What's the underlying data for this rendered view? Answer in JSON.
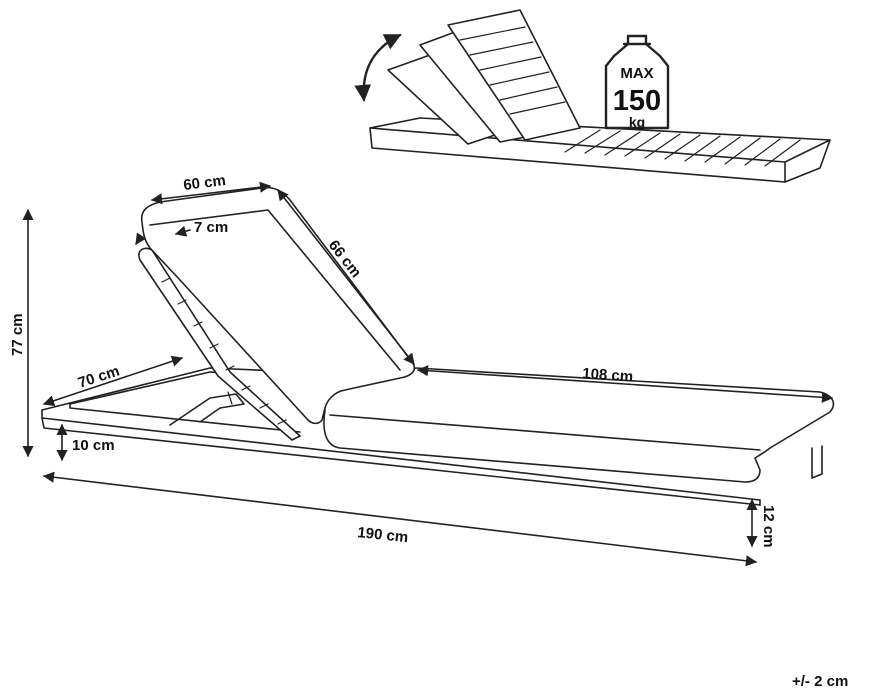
{
  "labels": {
    "backrest_width": "60 cm",
    "backrest_thickness": "7 cm",
    "backrest_length": "66 cm",
    "total_height": "77 cm",
    "width": "70 cm",
    "seat_length": "108 cm",
    "frame_height": "10 cm",
    "total_length": "190 cm",
    "leg_height": "12 cm",
    "tolerance": "+/- 2 cm"
  },
  "load_badge": {
    "max": "MAX",
    "value": "150",
    "unit": "kg"
  },
  "colors": {
    "stroke": "#222222",
    "text": "#111111",
    "background": "#ffffff"
  },
  "icons": {
    "rotate": "curved-double-arrow-icon",
    "weight": "weight-bottle-icon"
  }
}
